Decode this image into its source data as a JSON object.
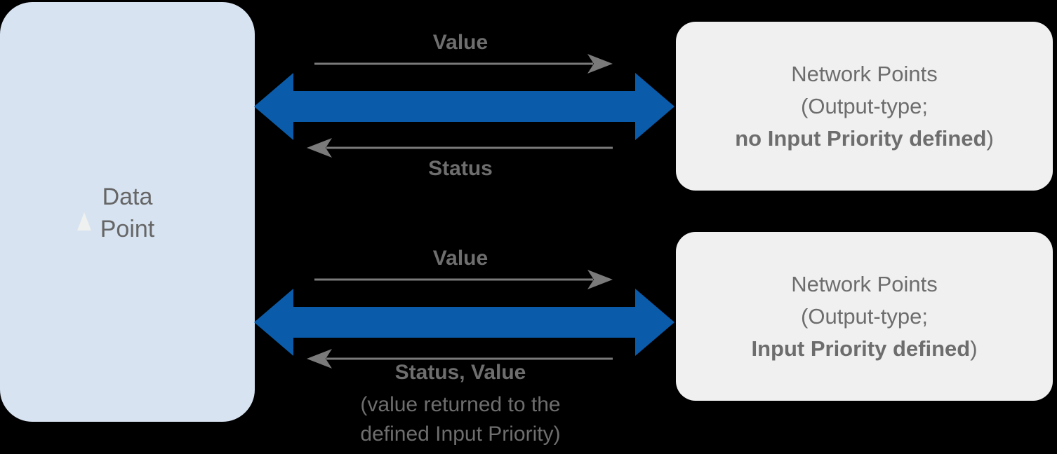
{
  "diagram": {
    "title": "Data Point to Network Points value and status flow",
    "colors": {
      "background": "#000000",
      "data_point_fill": "#d7e3f1",
      "network_point_fill": "#f0f0f0",
      "blue_arrow": "#0a5cab",
      "grey_arrow": "#7a7a7a",
      "text_grey": "#6d6d6d",
      "marker_light": "#eef1f0"
    }
  },
  "data_point": {
    "label": "Data\nPoint",
    "marker_name": "up-triangle-marker"
  },
  "network_points": [
    {
      "line1": "Network Points",
      "line2": "(Output-type;",
      "line3_bold": "no Input Priority defined",
      "line3_tail": ")"
    },
    {
      "line1": "Network Points",
      "line2": "(Output-type;",
      "line3_bold": "Input Priority defined",
      "line3_tail": ")"
    }
  ],
  "flows": {
    "top": {
      "outgoing_label": "Value",
      "incoming_label": "Status",
      "outgoing_direction": "right",
      "incoming_direction": "left",
      "link_label": "bidirectional"
    },
    "bottom": {
      "outgoing_label": "Value",
      "incoming_label": "Status, Value",
      "incoming_note": "(value returned to the\ndefined Input Priority)",
      "outgoing_direction": "right",
      "incoming_direction": "left",
      "link_label": "bidirectional"
    }
  }
}
